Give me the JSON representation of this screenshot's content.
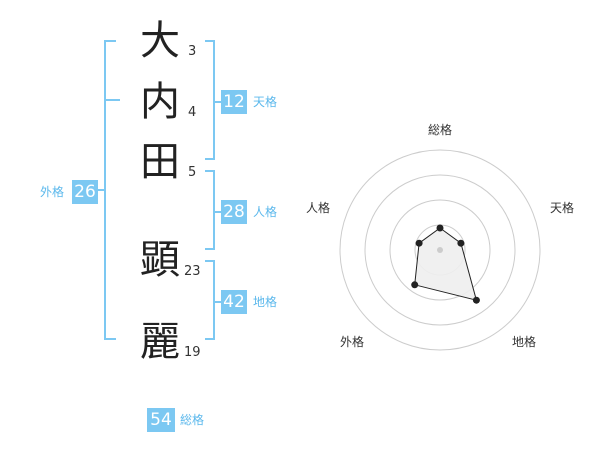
{
  "name": {
    "chars": [
      {
        "char": "大",
        "strokes": "3"
      },
      {
        "char": "内",
        "strokes": "4"
      },
      {
        "char": "田",
        "strokes": "5"
      },
      {
        "char": "顕",
        "strokes": "23"
      },
      {
        "char": "麗",
        "strokes": "19"
      }
    ]
  },
  "kakusu": {
    "tenkaku": {
      "value": "12",
      "label": "天格"
    },
    "jinkaku": {
      "value": "28",
      "label": "人格"
    },
    "chikaku": {
      "value": "42",
      "label": "地格"
    },
    "gaikaku": {
      "value": "26",
      "label": "外格"
    },
    "soukaku": {
      "value": "54",
      "label": "総格"
    }
  },
  "colors": {
    "accent": "#7cc8f2",
    "accent_text": "#5bb8ec",
    "ring": "#cccccc",
    "polygon_fill": "#eeeeee",
    "polygon_stroke": "#222222"
  },
  "chart_data": {
    "type": "radar",
    "axes": [
      "総格",
      "天格",
      "地格",
      "外格",
      "人格"
    ],
    "values": [
      0.22,
      0.22,
      0.62,
      0.43,
      0.22
    ],
    "range": [
      0,
      1
    ],
    "rings": 4,
    "fill": "#eeeeee",
    "stroke": "#222222"
  }
}
